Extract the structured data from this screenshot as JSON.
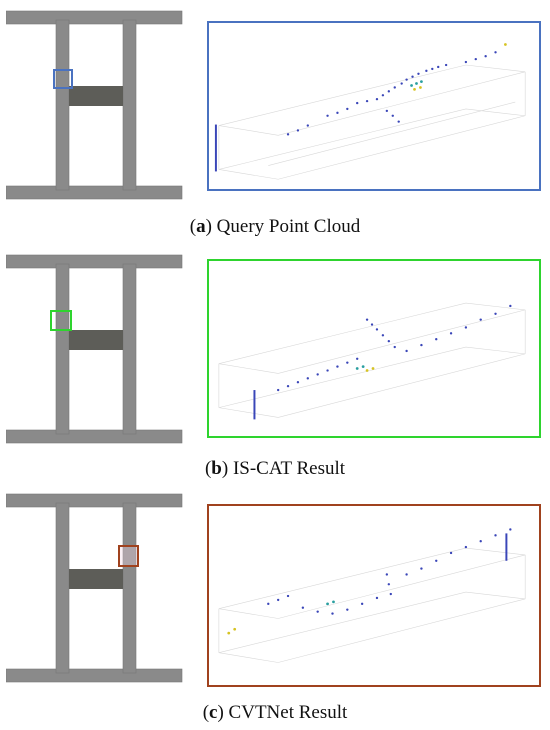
{
  "figure": {
    "panels": [
      {
        "id": "a",
        "caption_letter": "a",
        "caption_text": "Query Point Cloud",
        "highlight_color": "#4a72c0",
        "fill_color": "none"
      },
      {
        "id": "b",
        "caption_letter": "b",
        "caption_text": "IS-CAT Result",
        "highlight_color": "#2ed42e",
        "fill_color": "none"
      },
      {
        "id": "c",
        "caption_letter": "c",
        "caption_text": "CVTNet Result",
        "highlight_color": "#a0421e",
        "fill_color": "#f4d6e4"
      }
    ]
  }
}
